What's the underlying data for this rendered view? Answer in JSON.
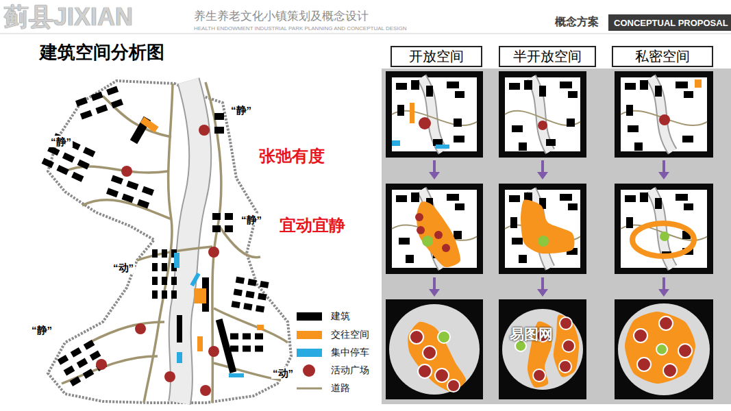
{
  "diagram": {
    "title": "建筑空间分析图",
    "nodes": [
      {
        "text": [
          "CONCEPTUAL PROPOSAL"
        ]
      },
      {
        "text": [
          "开放空间"
        ]
      },
      {
        "text": [
          "半开放空间"
        ]
      },
      {
        "text": [
          "私密空间"
        ]
      }
    ],
    "labels": [
      "蓟县JIXIAN",
      "养生养老文化小镇策划及概念设计",
      "HEALTH ENDOWMENT INDUSTRIAL PARK PLANNING AND CONCEPTUAL DESIGN",
      "概念方案",
      "“静”",
      "“静”",
      "“静”",
      "“动”",
      "“静”",
      "“动”",
      "张弛有度",
      "宜动宜静",
      "易图网"
    ],
    "legend": [
      {
        "text": "建筑",
        "color": "#000000"
      },
      {
        "text": "交往空间",
        "color": "#f7941d"
      },
      {
        "text": "集中停车",
        "color": "#29abe2"
      },
      {
        "text": "活动广场"
      },
      {
        "text": "道路"
      }
    ]
  }
}
